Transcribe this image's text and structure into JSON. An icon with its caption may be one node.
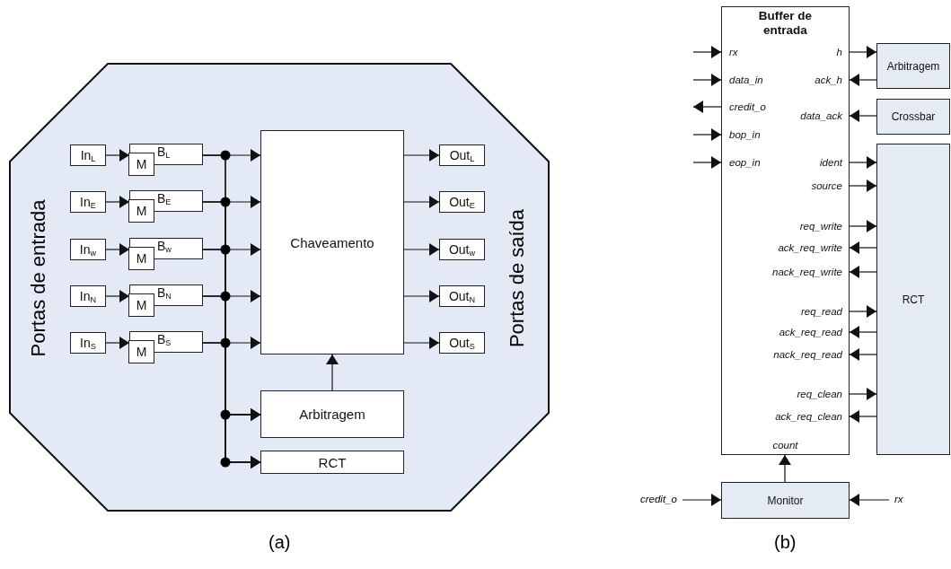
{
  "diagram": {
    "nodes": [
      {
        "text": [
          "Portas de entrada",
          "Portas de saída"
        ]
      },
      {
        "text": [
          "In$_{L}$"
        ],
        "in": 0
      },
      {
        "text": [
          "In$_{E}$"
        ],
        "in": 0
      },
      {
        "text": [
          "In$_{w}$"
        ],
        "in": 0
      },
      {
        "text": [
          "In$_{N}$"
        ],
        "in": 0
      },
      {
        "text": [
          "In$_{S}$"
        ],
        "in": 0
      },
      {
        "text": [
          "B$_{L}$"
        ],
        "in": 0
      },
      {
        "text": [
          "B$_{E}$"
        ],
        "in": 0
      },
      {
        "text": [
          "B$_{w}$"
        ],
        "in": 0
      },
      {
        "text": [
          "B$_{N}$"
        ],
        "in": 0
      },
      {
        "text": [
          "B$_{S}$"
        ],
        "in": 0
      },
      {
        "text": [
          "M"
        ],
        "in": 0
      },
      {
        "text": [
          "M"
        ],
        "in": 0
      },
      {
        "text": [
          "M"
        ],
        "in": 0
      },
      {
        "text": [
          "M"
        ],
        "in": 0
      },
      {
        "text": [
          "M"
        ],
        "in": 0
      },
      {
        "text": [
          "Chaveamento"
        ],
        "in": 0
      },
      {
        "text": [
          "Out$_{L}$"
        ],
        "in": 0
      },
      {
        "text": [
          "Out$_{E}$"
        ],
        "in": 0
      },
      {
        "text": [
          "Out$_{w}$"
        ],
        "in": 0
      },
      {
        "text": [
          "Out$_{N}$"
        ],
        "in": 0
      },
      {
        "text": [
          "Out$_{S}$"
        ],
        "in": 0
      },
      {
        "text": [
          "Arbitragem"
        ],
        "in": 0
      },
      {
        "text": [
          "RCT"
        ],
        "in": 0
      },
      {
        "text": [
          "Buffer de entrada",
          "rx",
          "data_in",
          "credit_o",
          "bop_in",
          "eop_in",
          "h",
          "ack_h",
          "data_ack",
          "ident",
          "source",
          "req_write",
          "ack_req_write",
          "nack_req_write",
          "req_read",
          "ack_req_read",
          "nack_req_read",
          "req_clean",
          "ack_req_clean",
          "count"
        ]
      },
      {
        "text": [
          "Arbitragem"
        ]
      },
      {
        "text": [
          "Crossbar"
        ]
      },
      {
        "text": [
          "RCT"
        ]
      },
      {
        "text": [
          "Monitor"
        ]
      }
    ],
    "edges": [
      {
        "from": 1,
        "to": 6,
        "arrow": "to"
      },
      {
        "from": 2,
        "to": 7,
        "arrow": "to"
      },
      {
        "from": 3,
        "to": 8,
        "arrow": "to"
      },
      {
        "from": 4,
        "to": 9,
        "arrow": "to"
      },
      {
        "from": 5,
        "to": 10,
        "arrow": "to"
      },
      {
        "from": 6,
        "to": 16,
        "arrow": "to"
      },
      {
        "from": 7,
        "to": 16,
        "arrow": "to"
      },
      {
        "from": 8,
        "to": 16,
        "arrow": "to"
      },
      {
        "from": 9,
        "to": 16,
        "arrow": "to"
      },
      {
        "from": 10,
        "to": 16,
        "arrow": "to"
      },
      {
        "from": 6,
        "to": 22,
        "arrow": "to"
      },
      {
        "from": 7,
        "to": 22,
        "arrow": "to"
      },
      {
        "from": 8,
        "to": 22,
        "arrow": "to"
      },
      {
        "from": 9,
        "to": 22,
        "arrow": "to"
      },
      {
        "from": 10,
        "to": 22,
        "arrow": "to"
      },
      {
        "from": 6,
        "to": 23,
        "arrow": "to"
      },
      {
        "from": 7,
        "to": 23,
        "arrow": "to"
      },
      {
        "from": 8,
        "to": 23,
        "arrow": "to"
      },
      {
        "from": 9,
        "to": 23,
        "arrow": "to"
      },
      {
        "from": 10,
        "to": 23,
        "arrow": "to"
      },
      {
        "from": 16,
        "to": 17,
        "arrow": "to"
      },
      {
        "from": 16,
        "to": 18,
        "arrow": "to"
      },
      {
        "from": 16,
        "to": 19,
        "arrow": "to"
      },
      {
        "from": 16,
        "to": 20,
        "arrow": "to"
      },
      {
        "from": 16,
        "to": 21,
        "arrow": "to"
      },
      {
        "from": 22,
        "to": 16,
        "arrow": "to"
      },
      {
        "from": null,
        "to": 24,
        "arrow": "to"
      },
      {
        "from": null,
        "to": 24,
        "arrow": "to"
      },
      {
        "from": 24,
        "to": null,
        "arrow": "to"
      },
      {
        "from": null,
        "to": 24,
        "arrow": "to"
      },
      {
        "from": null,
        "to": 24,
        "arrow": "to"
      },
      {
        "from": 24,
        "to": 25,
        "arrow": "to"
      },
      {
        "from": 25,
        "to": 24,
        "arrow": "to"
      },
      {
        "from": 26,
        "to": 24,
        "arrow": "to"
      },
      {
        "from": 24,
        "to": 27,
        "arrow": "to"
      },
      {
        "from": 24,
        "to": 27,
        "arrow": "to"
      },
      {
        "from": 24,
        "to": 27,
        "arrow": "to"
      },
      {
        "from": 27,
        "to": 24,
        "arrow": "to"
      },
      {
        "from": 27,
        "to": 24,
        "arrow": "to"
      },
      {
        "from": 24,
        "to": 27,
        "arrow": "to"
      },
      {
        "from": 27,
        "to": 24,
        "arrow": "to"
      },
      {
        "from": 27,
        "to": 24,
        "arrow": "to"
      },
      {
        "from": 24,
        "to": 27,
        "arrow": "to"
      },
      {
        "from": 27,
        "to": 24,
        "arrow": "to"
      },
      {
        "from": 28,
        "to": 24,
        "arrow": "to"
      },
      {
        "from": null,
        "to": 28,
        "label": "credit_o",
        "arrow": "to"
      },
      {
        "from": null,
        "to": 28,
        "label": "rx",
        "arrow": "to"
      }
    ],
    "labels": [
      "(a)",
      "(b)"
    ]
  }
}
